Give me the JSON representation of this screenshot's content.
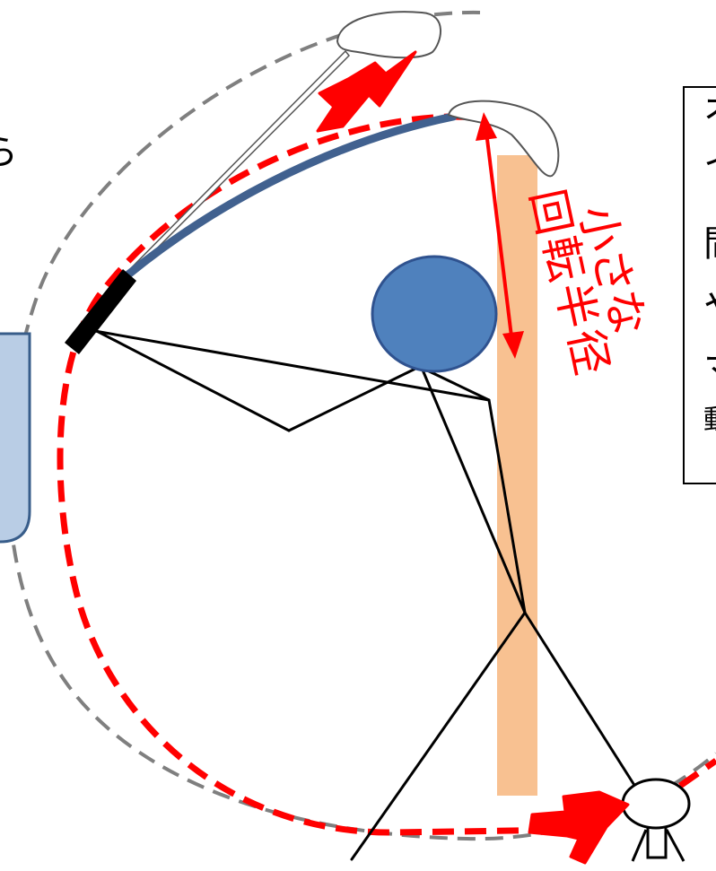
{
  "diagram": {
    "annotation_label": "小さな回転半径",
    "annotation_chars": [
      "小",
      "さ",
      "な",
      "回",
      "転",
      "半",
      "径"
    ],
    "left_edge_fragment": "ら",
    "text_box_fragments": [
      "オ",
      "イ",
      "間",
      "や",
      "マ",
      "動"
    ]
  },
  "colors": {
    "arc_red": "#ff0000",
    "arc_gray": "#7f7f7f",
    "shaft_blue": "#41618f",
    "head_blue": "#4f81bd",
    "head_outline": "#2f528f",
    "axis_orange": "#f8c191",
    "panel_blue": "#b9cde5",
    "panel_outline": "#385d8a",
    "figure_black": "#000000"
  }
}
